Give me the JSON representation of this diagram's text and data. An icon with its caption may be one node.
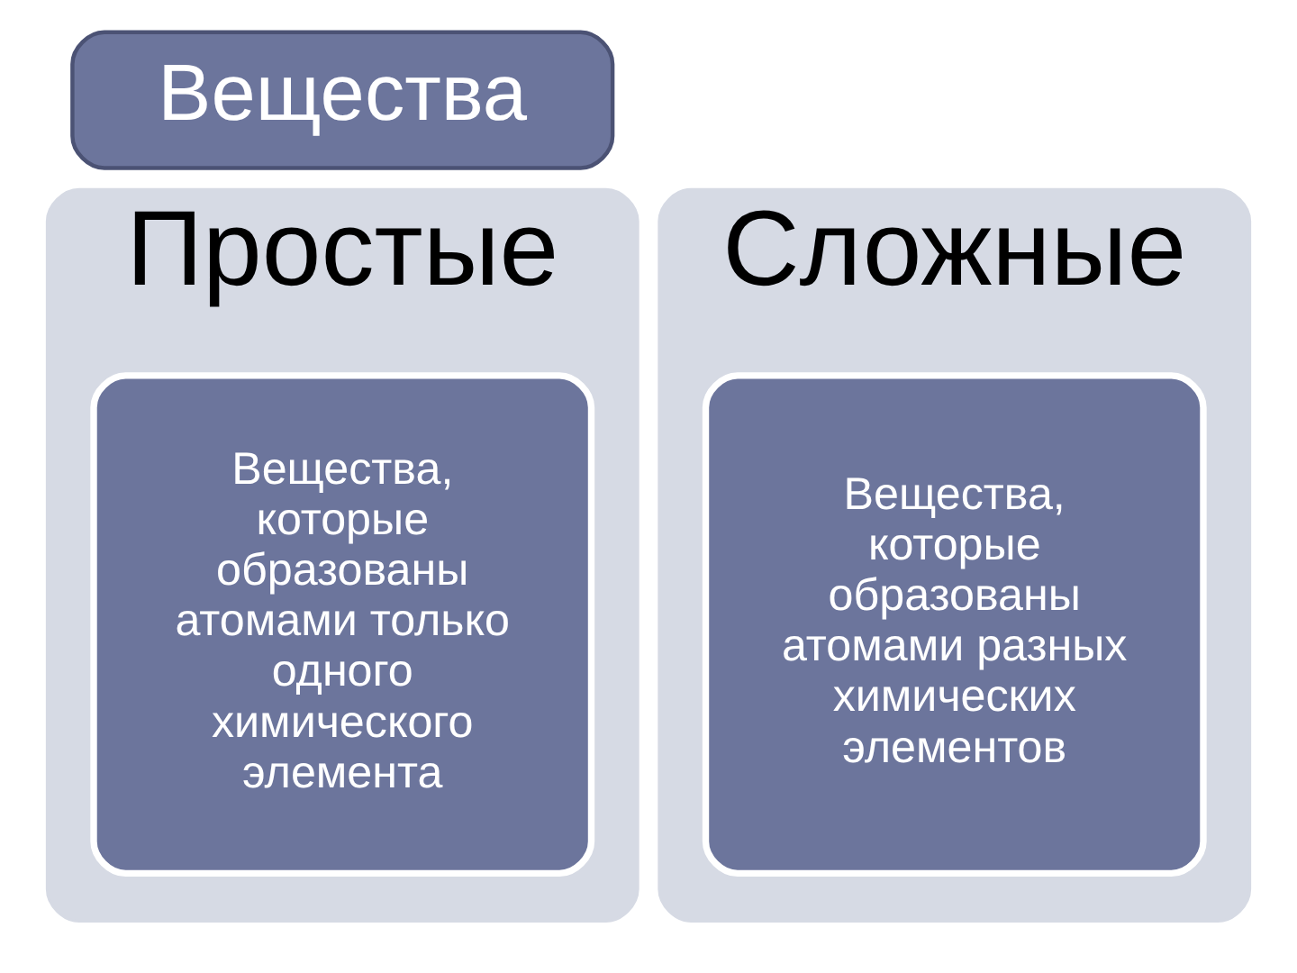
{
  "diagram": {
    "nodes": [
      {
        "text": [
          "Вещества"
        ]
      },
      {
        "text": [
          "Простые"
        ]
      },
      {
        "text": [
          "Вещества, которые образованы атомами только одного химического элемента"
        ],
        "in": 1
      },
      {
        "text": [
          "Сложные"
        ]
      },
      {
        "text": [
          "Вещества, которые образованы атомами разных химических элементов"
        ],
        "in": 3
      }
    ]
  }
}
